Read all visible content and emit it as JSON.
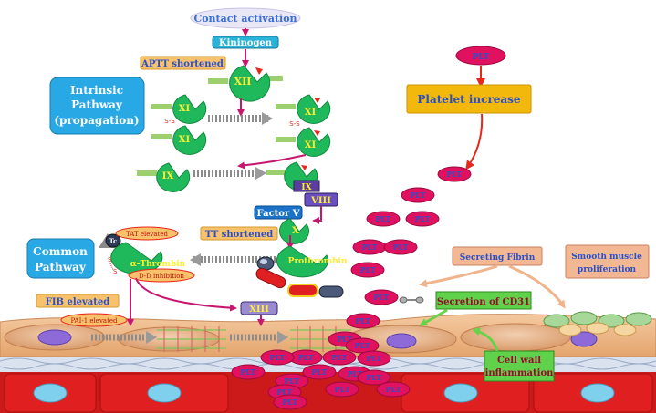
{
  "labels": {
    "contact_activation": "Contact activation",
    "kininogen": "Kininogen",
    "aptt_shortened": "APTT shortened",
    "xii": "XII",
    "intrinsic_pathway_1": "Intrinsic",
    "intrinsic_pathway_2": "Pathway",
    "intrinsic_pathway_3": "(propagation)",
    "xi_top_left": "XI",
    "xi_bottom_left": "XI",
    "xi_top_right": "XI",
    "xi_bottom_right": "XI",
    "disulfide_left": "S-S",
    "disulfide_right": "S-S",
    "ix_left": "IX",
    "ix_right": "IX",
    "viii": "VIII",
    "factor_v": "Factor V",
    "x": "X",
    "tt_shortened": "TT shortened",
    "tat_elevated": "TAT elevated",
    "d_d_inhibition": "D-D inhibition",
    "thrombin": "α-Thrombin",
    "tc": "Tc",
    "s1": "S",
    "s2": "S",
    "common_pathway_1": "Common",
    "common_pathway_2": "Pathway",
    "prothrombin": "Prothrombin",
    "fib_elevated": "FIB elevated",
    "pai1_elevated": "PAI-1 elevated",
    "xiii": "XIII",
    "plt_top": "PLT",
    "platelet_increase": "Platelet increase",
    "secreting_fibrin": "Secreting Fibrin",
    "smooth_muscle_1": "Smooth muscle",
    "smooth_muscle_2": "proliferation",
    "secretion_cd31": "Secretion of CD31",
    "cell_wall_1": "Cell wall",
    "cell_wall_2": "inflammation"
  },
  "plt_label": "PLT",
  "colors": {
    "factor_green": "#1fb85a",
    "pathway_blue": "#29a8e6",
    "label_orange": "#f7c26b",
    "platelet_pink": "#e0115f",
    "magenta_arrow": "#c8176f",
    "red_arrow": "#e8261a",
    "tissue_tan": "#e8b07a",
    "rbc_red": "#e01818",
    "nucleus_blue": "#7fd0ec"
  }
}
